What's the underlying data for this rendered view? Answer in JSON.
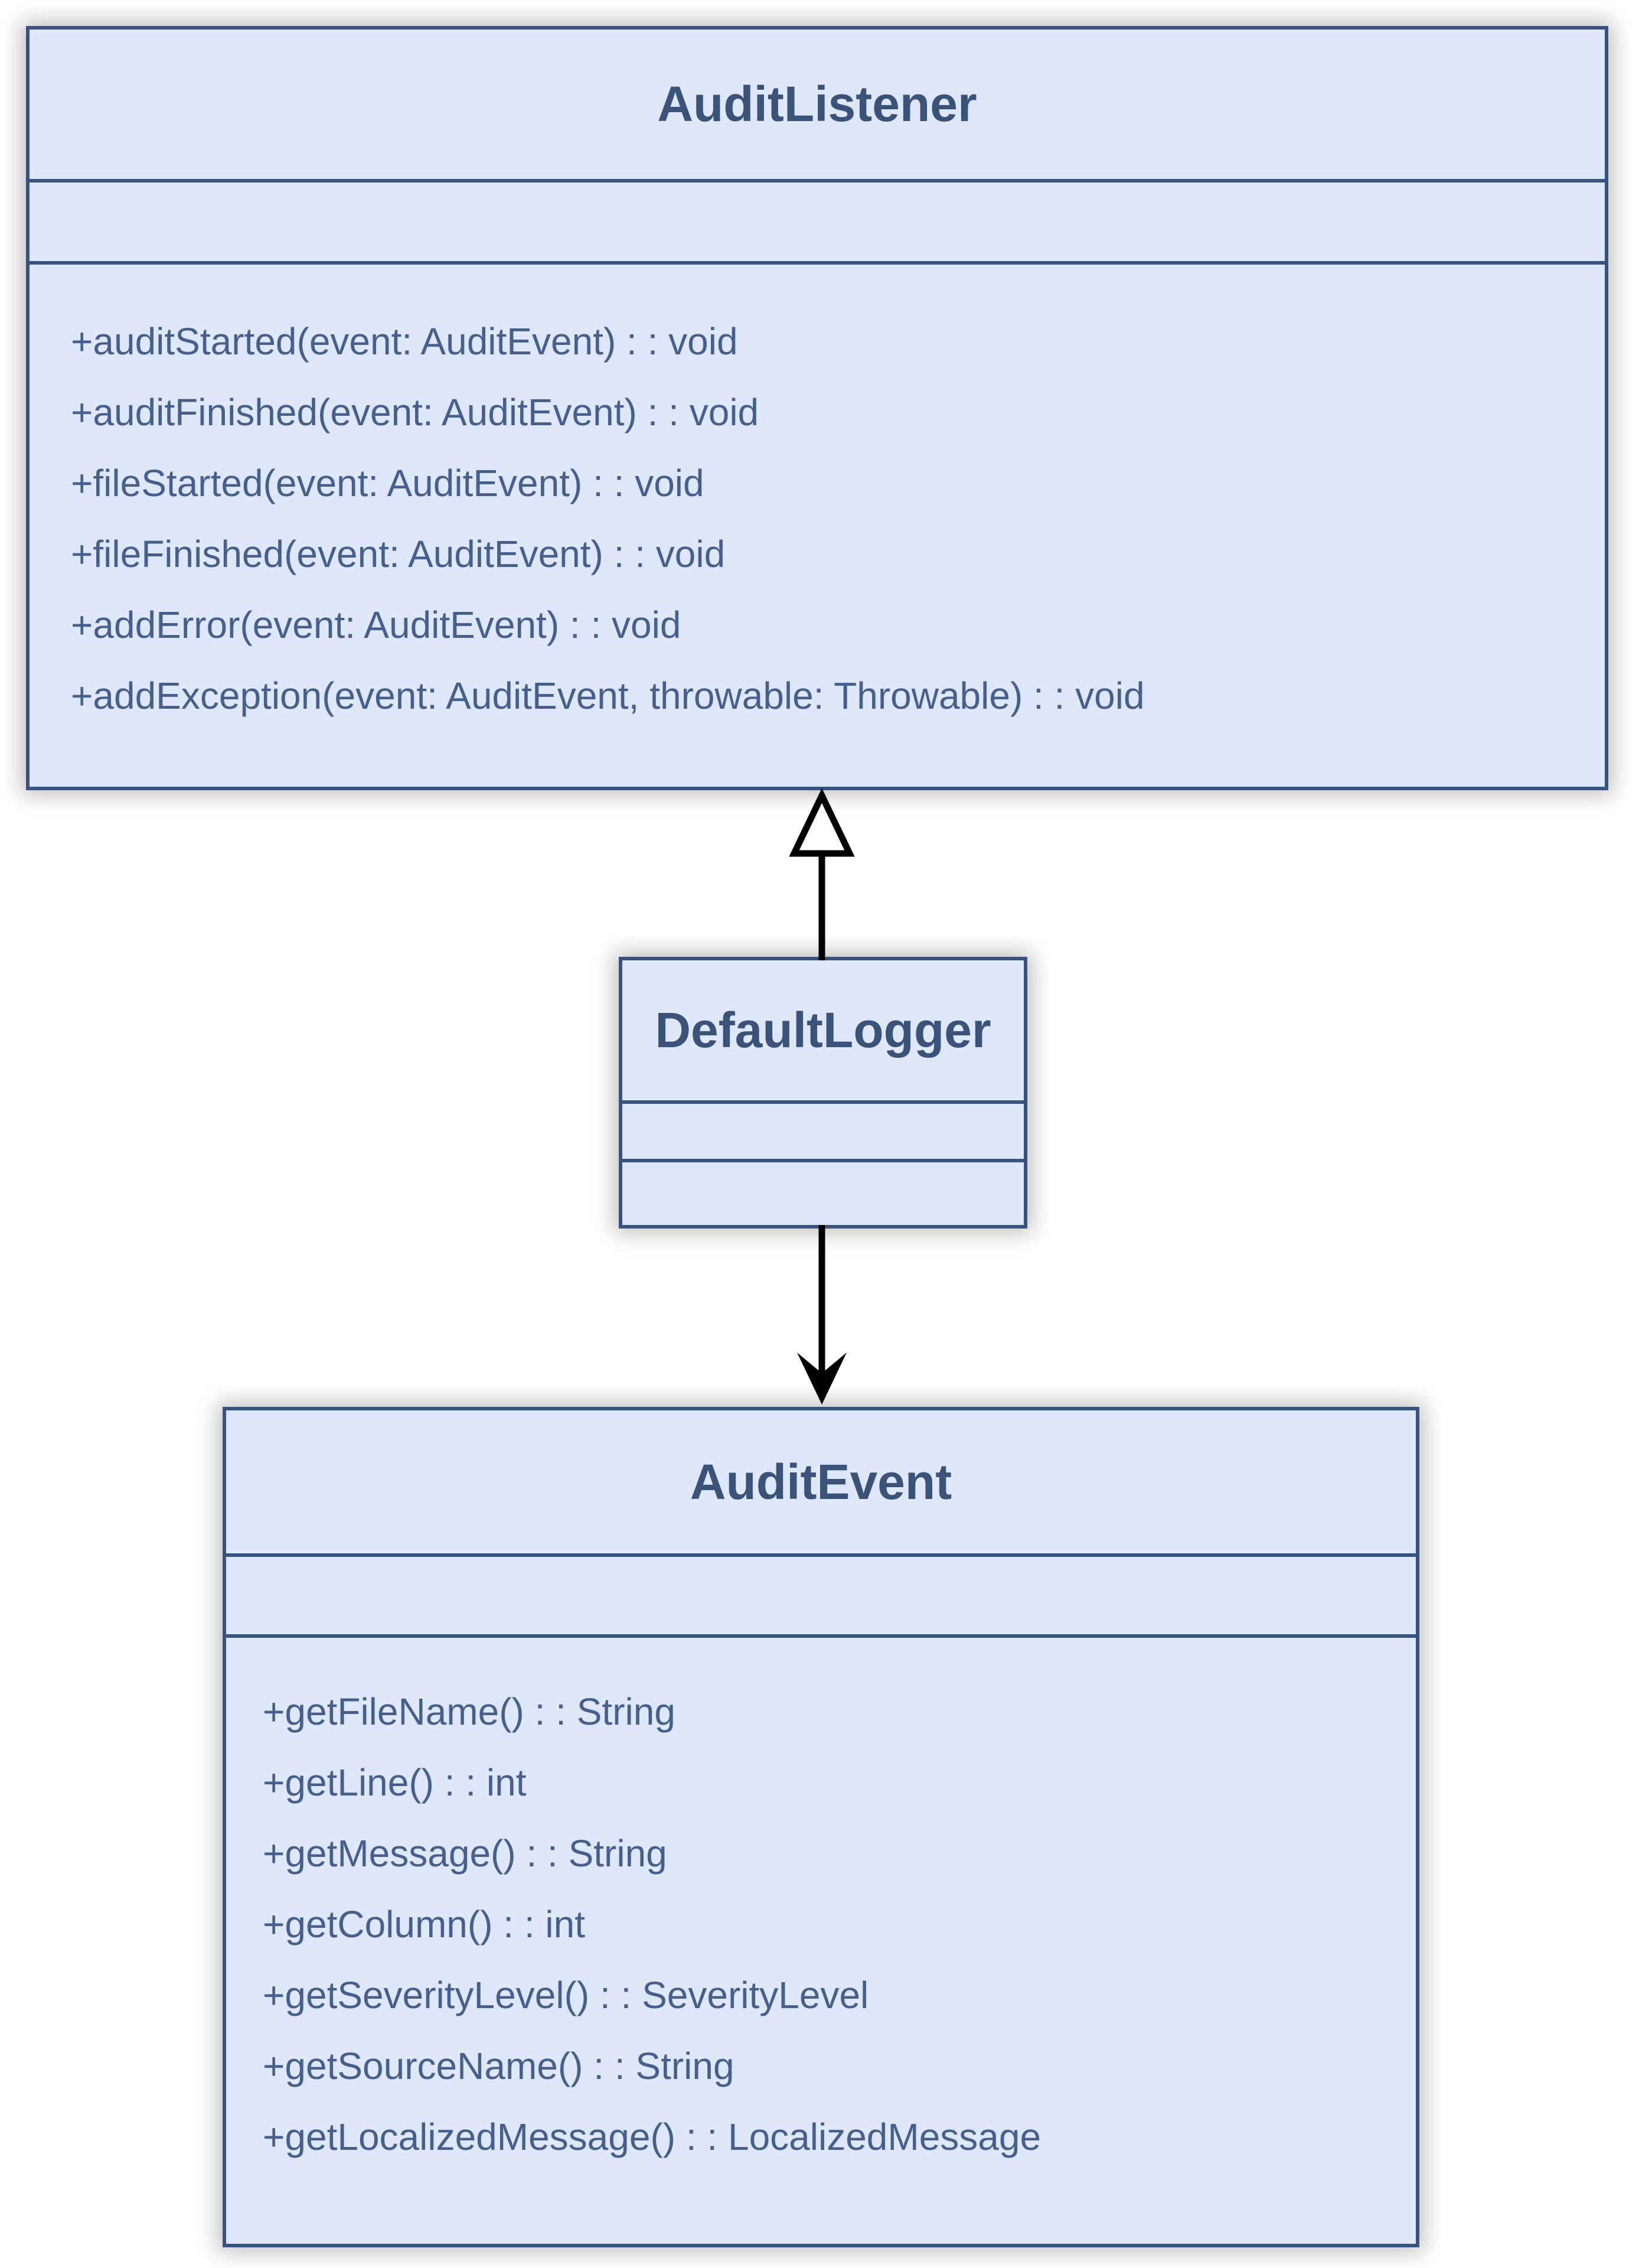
{
  "diagram": {
    "type": "uml-class-diagram",
    "colors": {
      "box_fill": "#dfe7fb",
      "box_border": "#38537f",
      "title_text": "#3a5378",
      "method_text": "#45608c",
      "arrow": "#000000",
      "background": "#ffffff"
    },
    "classes": [
      {
        "name": "AuditListener",
        "attributes": [],
        "methods": [
          "+auditStarted(event: AuditEvent) : : void",
          "+auditFinished(event: AuditEvent) : : void",
          "+fileStarted(event: AuditEvent) : : void",
          "+fileFinished(event: AuditEvent) : : void",
          "+addError(event: AuditEvent) : : void",
          "+addException(event: AuditEvent, throwable: Throwable) : : void"
        ]
      },
      {
        "name": "DefaultLogger",
        "attributes": [],
        "methods": []
      },
      {
        "name": "AuditEvent",
        "attributes": [],
        "methods": [
          "+getFileName() : : String",
          "+getLine() : : int",
          "+getMessage() : : String",
          "+getColumn() : : int",
          "+getSeverityLevel() : : SeverityLevel",
          "+getSourceName() : : String",
          "+getLocalizedMessage() : : LocalizedMessage"
        ]
      }
    ],
    "relationships": [
      {
        "from": "DefaultLogger",
        "to": "AuditListener",
        "type": "realization",
        "arrowhead": "hollow-triangle-up"
      },
      {
        "from": "DefaultLogger",
        "to": "AuditEvent",
        "type": "directed-association",
        "arrowhead": "filled-dart-down"
      }
    ]
  }
}
